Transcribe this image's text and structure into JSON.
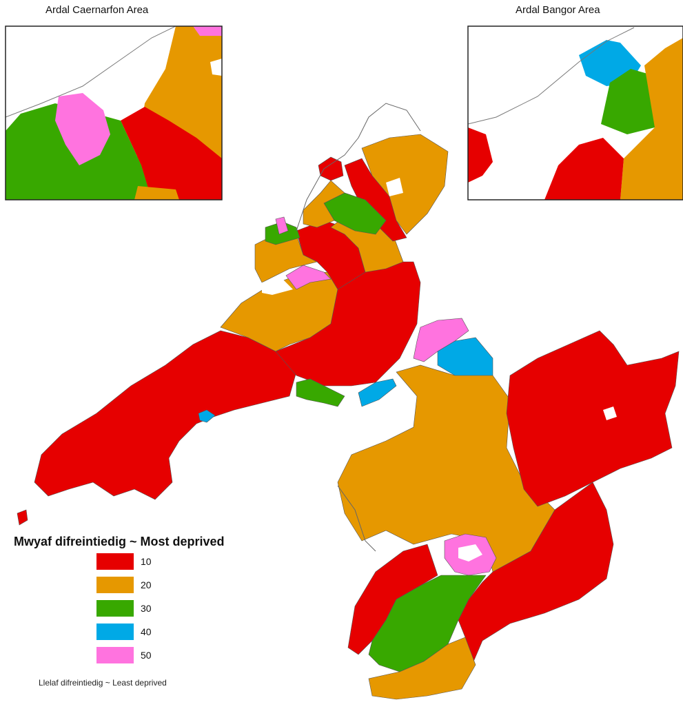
{
  "insets": {
    "caernarfon_title": "Ardal Caernarfon Area",
    "bangor_title": "Ardal Bangor Area"
  },
  "legend": {
    "title": "Mwyaf difreintiedig ~ Most deprived",
    "items": [
      {
        "label": "10",
        "color": "#e60000"
      },
      {
        "label": "20",
        "color": "#e69800"
      },
      {
        "label": "30",
        "color": "#38a800"
      },
      {
        "label": "40",
        "color": "#00a9e6"
      },
      {
        "label": "50",
        "color": "#ff73df"
      }
    ],
    "footer": "Llelaf difreintiedig ~ Least deprived"
  },
  "colors": {
    "red": "#e60000",
    "orange": "#e69800",
    "green": "#38a800",
    "blue": "#00a9e6",
    "pink": "#ff73df",
    "boundary": "#555555"
  }
}
